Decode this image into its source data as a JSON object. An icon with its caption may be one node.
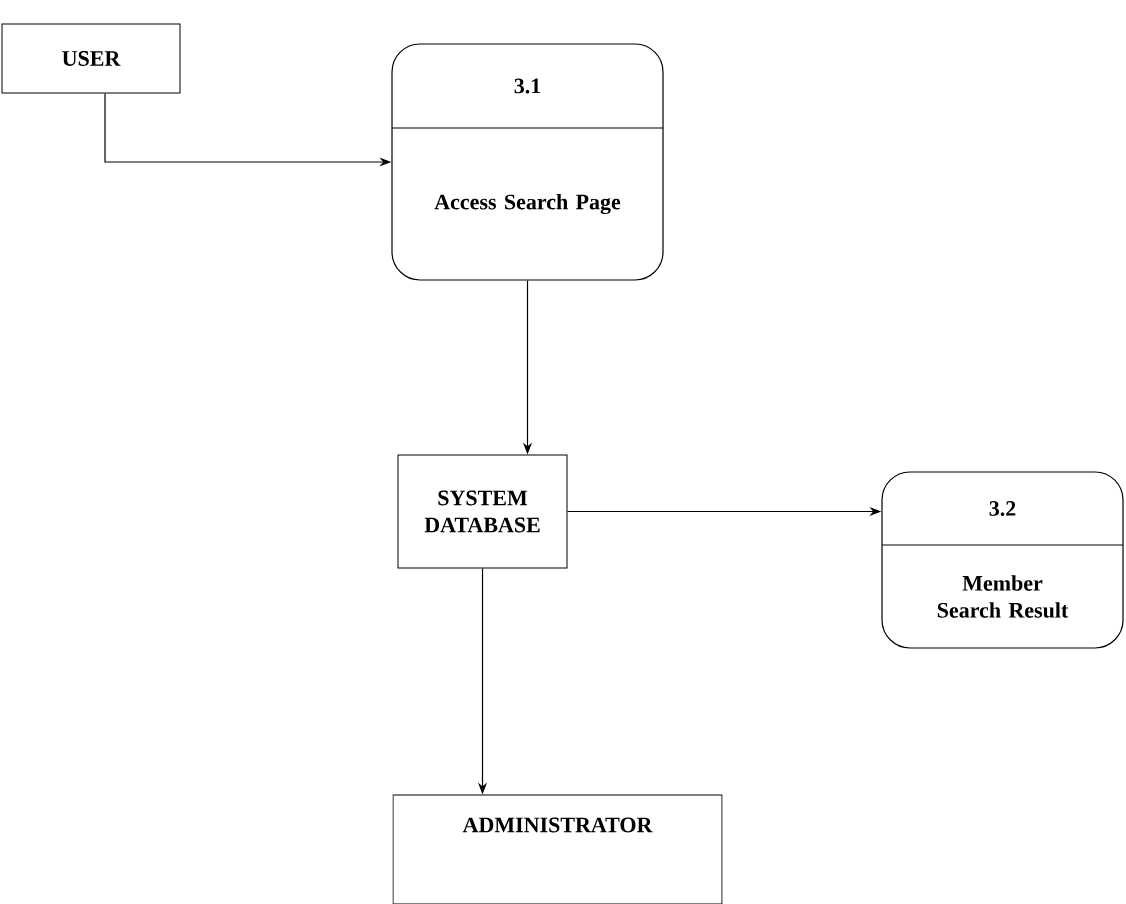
{
  "diagram": {
    "nodes": [
      {
        "text": [
          "USER"
        ]
      },
      {
        "text": [
          "3.1",
          "Access Search Page"
        ]
      },
      {
        "text": [
          "SYSTEM DATABASE"
        ]
      },
      {
        "text": [
          "3.2",
          "Member Search Result"
        ]
      },
      {
        "text": [
          "ADMINISTRATOR"
        ]
      }
    ],
    "edges": [
      {
        "from": 0,
        "to": 1,
        "arrow": "to"
      },
      {
        "from": 1,
        "to": 2,
        "arrow": "to"
      },
      {
        "from": 2,
        "to": 3,
        "arrow": "to"
      },
      {
        "from": 2,
        "to": 4,
        "arrow": "to"
      }
    ]
  }
}
